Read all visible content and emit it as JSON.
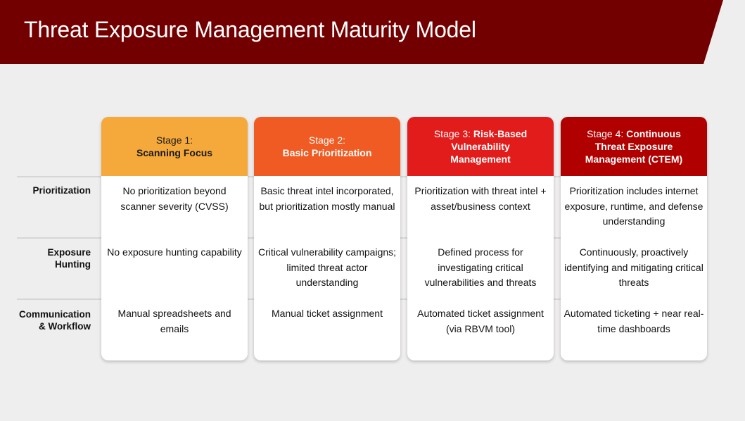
{
  "title": "Threat Exposure Management Maturity Model",
  "colors": {
    "banner": "#730000",
    "stage1": "#f5a93a",
    "stage2": "#ef5b22",
    "stage3": "#e21b1b",
    "stage4": "#b10000"
  },
  "rows": [
    "Prioritization",
    "Exposure\nHunting",
    "Communication\n& Workflow"
  ],
  "stages": [
    {
      "lead": "Stage 1:",
      "bold": "Scanning Focus",
      "cells": [
        "No prioritization beyond scanner severity (CVSS)",
        "No exposure hunting capability",
        "Manual spreadsheets and emails"
      ]
    },
    {
      "lead": "Stage 2:",
      "bold": "Basic Prioritization",
      "cells": [
        "Basic threat intel incorporated, but prioritization mostly manual",
        "Critical vulnerability campaigns; limited threat actor understanding",
        "Manual ticket assignment"
      ]
    },
    {
      "lead": "Stage 3:",
      "bold": "Risk-Based Vulnerability Management",
      "cells": [
        "Prioritization with threat intel + asset/business context",
        "Defined process for investigating  critical vulnerabilities and threats",
        "Automated ticket assignment (via RBVM tool)"
      ]
    },
    {
      "lead": "Stage 4:",
      "bold": "Continuous Threat Exposure Management (CTEM)",
      "cells": [
        "Prioritization includes internet exposure, runtime, and defense understanding",
        "Continuously, proactively identifying and mitigating critical threats",
        "Automated ticketing + near real-time dashboards"
      ]
    }
  ]
}
